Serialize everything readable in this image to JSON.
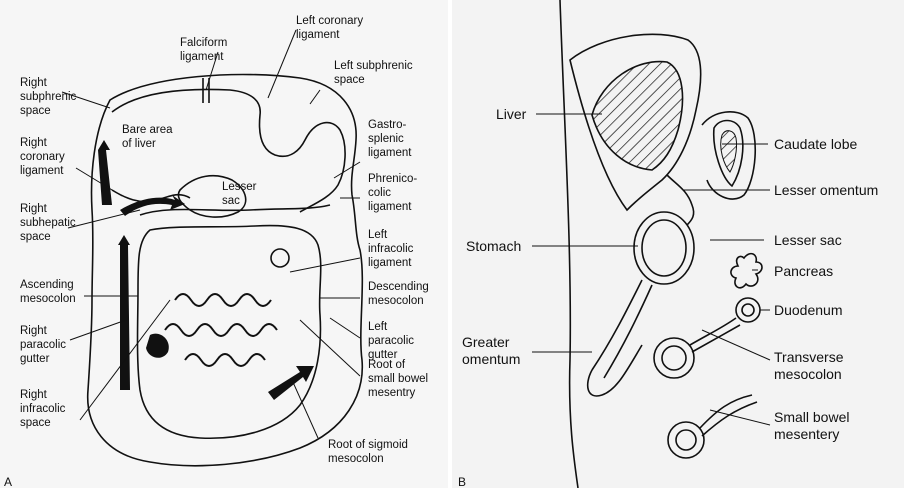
{
  "panel_a": {
    "letter": "A",
    "labels": {
      "falciform": "Falciform\nligament",
      "left_coronary": "Left coronary\nligament",
      "left_subphrenic": "Left subphrenic\nspace",
      "right_subphrenic": "Right\nsubphrenic\nspace",
      "bare_area": "Bare area\nof liver",
      "right_coronary": "Right\ncoronary\nligament",
      "gastrosplenic": "Gastro-\nsplenic\nligament",
      "lesser_sac": "Lesser\nsac",
      "phrenicocolic": "Phrenico-\ncolic\nligament",
      "right_subhepatic": "Right\nsubhepatic\nspace",
      "left_infracolic": "Left\ninfracolic\nligament",
      "ascending_mesocolon": "Ascending\nmesocolon",
      "descending_mesocolon": "Descending\nmesocolon",
      "right_paracolic": "Right\nparacolic\ngutter",
      "left_paracolic": "Left\nparacolic\ngutter",
      "right_infracolic": "Right\ninfracolic\nspace",
      "root_small_bowel": "Root of\nsmall bowel\nmesentry",
      "root_sigmoid": "Root of sigmoid\nmesocolon"
    }
  },
  "panel_b": {
    "letter": "B",
    "labels": {
      "liver": "Liver",
      "caudate_lobe": "Caudate lobe",
      "lesser_omentum": "Lesser omentum",
      "stomach": "Stomach",
      "lesser_sac": "Lesser sac",
      "pancreas": "Pancreas",
      "duodenum": "Duodenum",
      "greater_omentum": "Greater\nomentum",
      "transverse_mesocolon": "Transverse\nmesocolon",
      "small_bowel_mesentery": "Small bowel\nmesentery"
    }
  },
  "colors": {
    "ink": "#111111",
    "page_left": "#f6f6f6",
    "page_right": "#f3f3f3",
    "bleed_text": "#d6d6d6"
  }
}
